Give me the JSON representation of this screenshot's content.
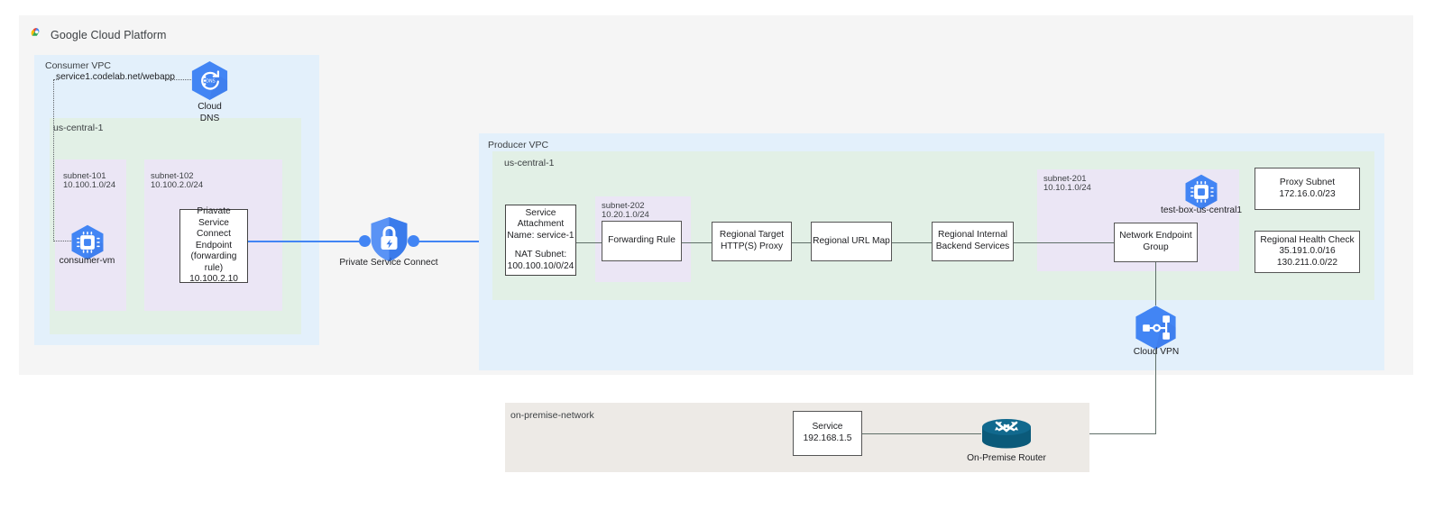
{
  "header": {
    "brand": "Google Cloud Platform",
    "logo_icon": "google-cloud-logo-icon"
  },
  "consumer": {
    "vpc_label": "Consumer VPC",
    "region_label": "us-central-1",
    "dns_record": "service1.codelab.net/webapp",
    "cloud_dns": {
      "icon": "cloud-dns-icon",
      "label_line1": "Cloud",
      "label_line2": "DNS"
    },
    "subnets": [
      {
        "name": "subnet-101",
        "cidr": "10.100.1.0/24"
      },
      {
        "name": "subnet-102",
        "cidr": "10.100.2.0/24"
      }
    ],
    "vm": {
      "icon": "compute-engine-vm-icon",
      "label": "consumer-vm"
    },
    "psc_endpoint": {
      "line1": "Priavate Service",
      "line2": "Connect Endpoint",
      "line3": "(forwarding rule)",
      "line4": "10.100.2.10"
    }
  },
  "psc": {
    "icon": "private-service-connect-shield-icon",
    "label": "Private Service Connect"
  },
  "producer": {
    "vpc_label": "Producer VPC",
    "region_label": "us-central-1",
    "service_attachment": {
      "line1": "Service",
      "line2": "Attachment",
      "line3": "Name: service-1",
      "line4": "NAT Subnet:",
      "line5": "100.100.10/0/24"
    },
    "subnet_202": {
      "name": "subnet-202",
      "cidr": "10.20.1.0/24"
    },
    "subnet_201": {
      "name": "subnet-201",
      "cidr": "10.10.1.0/24"
    },
    "forwarding_rule": "Forwarding Rule",
    "target_proxy": {
      "line1": "Regional Target",
      "line2": "HTTP(S) Proxy"
    },
    "url_map": "Regional URL Map",
    "backend_services": {
      "line1": "Regional Internal",
      "line2": "Backend Services"
    },
    "neg": {
      "line1": "Network Endpoint",
      "line2": "Group"
    },
    "test_box": {
      "icon": "compute-engine-vm-icon",
      "label": "test-box-us-central1"
    },
    "proxy_subnet": {
      "line1": "Proxy Subnet",
      "line2": "172.16.0.0/23"
    },
    "health_check": {
      "line1": "Regional Health Check",
      "line2": "35.191.0.0/16",
      "line3": "130.211.0.0/22"
    }
  },
  "cloud_vpn": {
    "icon": "cloud-vpn-icon",
    "label": "Cloud VPN"
  },
  "onpremise": {
    "network_label": "on-premise-network",
    "service": {
      "line1": "Service",
      "line2": "192.168.1.5"
    },
    "router": {
      "icon": "router-icon",
      "label": "On-Premise Router"
    }
  },
  "colors": {
    "vpc_blue": "#e3f0fb",
    "region_green": "#e2f0e6",
    "subnet_purple": "#ebe6f5",
    "onprem_gray": "#edeae6",
    "panel_gray": "#f5f5f5",
    "google_blue": "#4285f4",
    "router_teal": "#11698e",
    "connector": "#5f6f68"
  }
}
